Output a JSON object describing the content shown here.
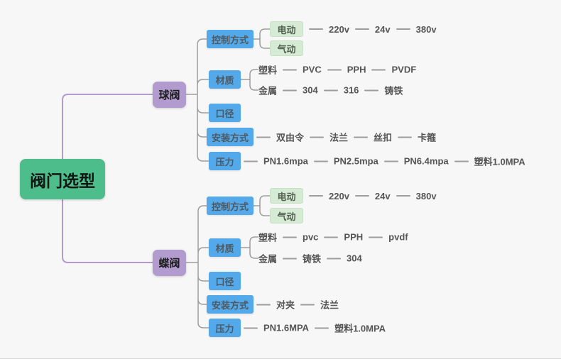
{
  "colors": {
    "root_bg": "#4dbd8c",
    "branch_bg": "#b29bce",
    "category_bg": "#53a9e9",
    "leaf_bg": "#d5ebd3",
    "edge_purple": "#b49bce",
    "edge_gray": "#9d9d9d",
    "text_dark": "#555555"
  },
  "tree": {
    "root": "阀门选型",
    "branches": [
      {
        "label": "球阀",
        "children": [
          {
            "label": "控制方式",
            "sub": [
              {
                "label": "电动",
                "chain": [
                  "220v",
                  "24v",
                  "380v"
                ]
              },
              {
                "label": "气动",
                "chain": []
              }
            ]
          },
          {
            "label": "材质",
            "sub": [
              {
                "label": "塑料",
                "chain": [
                  "PVC",
                  "PPH",
                  "PVDF"
                ]
              },
              {
                "label": "金属",
                "chain": [
                  "304",
                  "316",
                  "铸铁"
                ]
              }
            ]
          },
          {
            "label": "口径"
          },
          {
            "label": "安装方式",
            "chain": [
              "双由令",
              "法兰",
              "丝扣",
              "卡箍"
            ]
          },
          {
            "label": "压力",
            "chain": [
              "PN1.6mpa",
              "PN2.5mpa",
              "PN6.4mpa",
              "塑料1.0MPA"
            ]
          }
        ]
      },
      {
        "label": "蝶阀",
        "children": [
          {
            "label": "控制方式",
            "sub": [
              {
                "label": "电动",
                "chain": [
                  "220v",
                  "24v",
                  "380v"
                ]
              },
              {
                "label": "气动",
                "chain": []
              }
            ]
          },
          {
            "label": "材质",
            "sub": [
              {
                "label": "塑料",
                "chain": [
                  "pvc",
                  "PPH",
                  "pvdf"
                ]
              },
              {
                "label": "金属",
                "chain": [
                  "铸铁",
                  "304"
                ]
              }
            ]
          },
          {
            "label": "口径"
          },
          {
            "label": "安装方式",
            "chain": [
              "对夹",
              "法兰"
            ]
          },
          {
            "label": "压力",
            "chain": [
              "PN1.6MPA",
              "塑料1.0MPA"
            ]
          }
        ]
      }
    ]
  }
}
